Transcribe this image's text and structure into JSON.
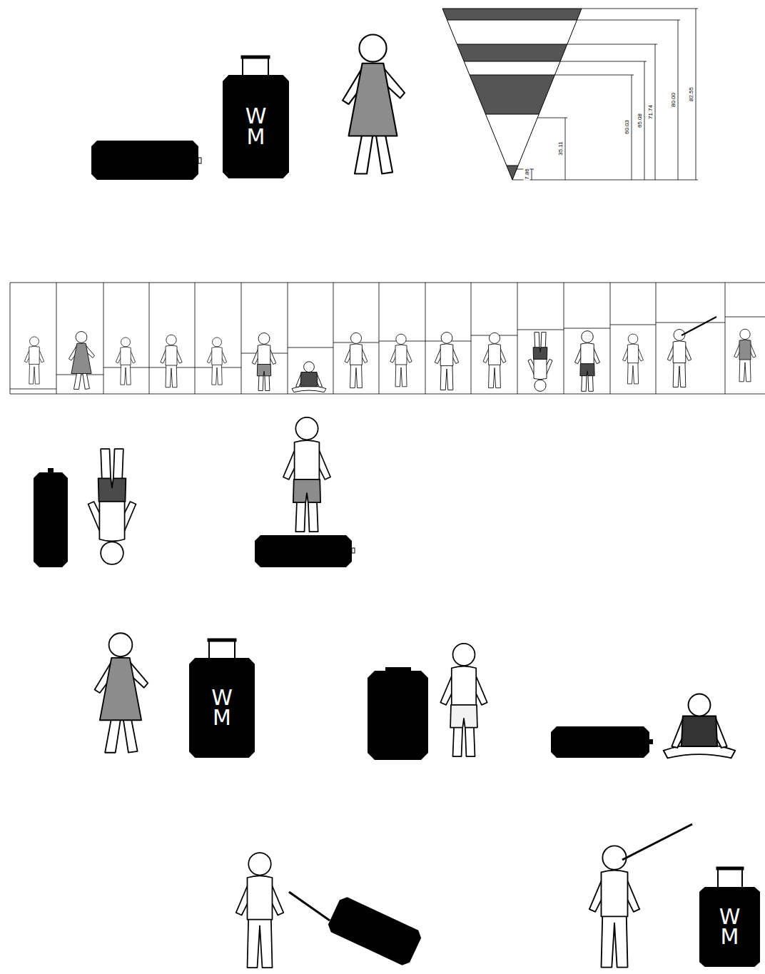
{
  "diagram": {
    "nodes": [
      {
        "text": [
          "W M"
        ]
      },
      {
        "text": [
          "W M"
        ]
      },
      {
        "text": [
          "W M"
        ]
      }
    ],
    "labels": [
      "7.86",
      "35.11",
      "60.03",
      "65.08",
      "71.74",
      "80.00",
      "82.55"
    ]
  }
}
